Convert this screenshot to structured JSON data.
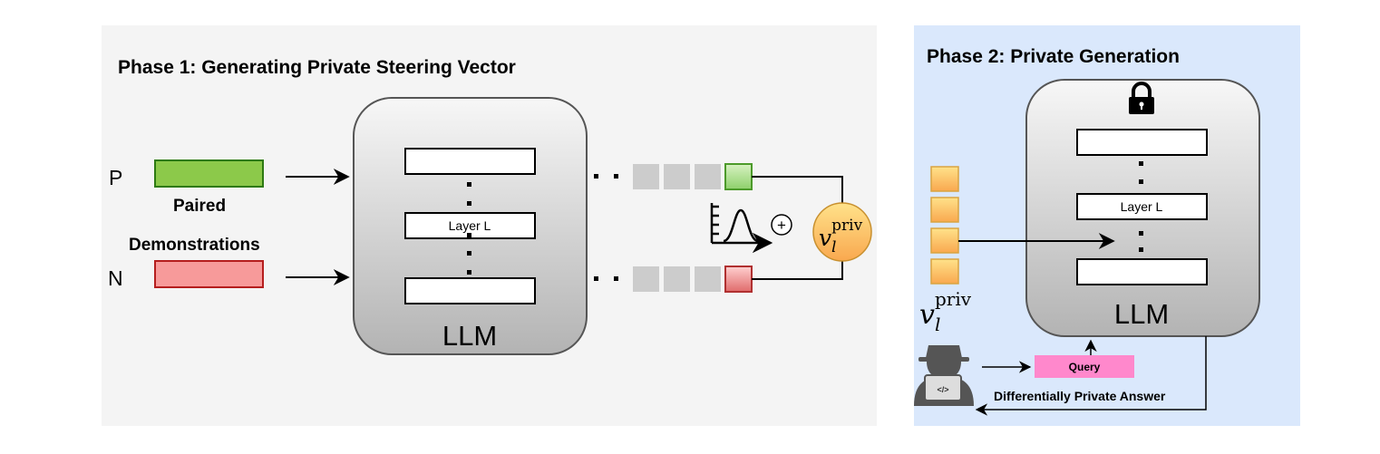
{
  "phase1": {
    "title": "Phase 1: Generating Private Steering Vector",
    "p_label": "P",
    "n_label": "N",
    "demo_label_line1": "Paired",
    "demo_label_line2": "Demonstrations",
    "llm_label": "LLM",
    "layer_label": "Layer L",
    "dots": "· ·",
    "plus_symbol": "+",
    "steering_vector": {
      "base": "v",
      "sub": "l",
      "sup": "priv"
    }
  },
  "phase2": {
    "title": "Phase 2: Private Generation",
    "llm_label": "LLM",
    "layer_label": "Layer L",
    "query_label": "Query",
    "answer_label": "Differentially Private Answer",
    "laptop_code": "</>",
    "steering_vector": {
      "base": "v",
      "sub": "l",
      "sup": "priv"
    }
  },
  "colors": {
    "phase1_bg": "#f4f4f4",
    "phase2_bg": "#dae8fc",
    "positive_green": "#8cc94a",
    "negative_red": "#f79a9a",
    "vector_orange": "#ffc266",
    "query_pink": "#ff88cc"
  },
  "icons": [
    "gaussian-noise-icon",
    "plus-circle-icon",
    "lock-icon",
    "hacker-icon"
  ]
}
